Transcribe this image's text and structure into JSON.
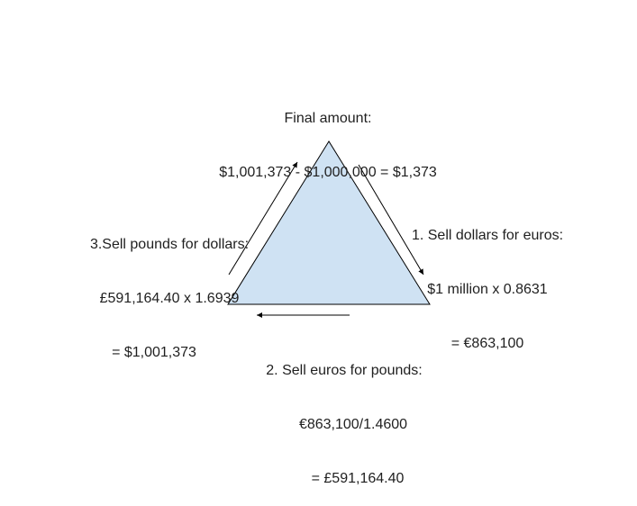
{
  "final": {
    "line1": "Final amount:",
    "line2": "$1,001,373 - $1,000,000 = $1,373"
  },
  "step1": {
    "line1": "1. Sell dollars for euros:",
    "line2": "$1 million x 0.8631",
    "line3": "= €863,100"
  },
  "step2": {
    "line1": "2. Sell euros for pounds:",
    "line2": "€863,100/1.4600",
    "line3": "= £591,164.40"
  },
  "step3": {
    "line1": "3.Sell pounds for dollars:",
    "line2": "£591,164.40 x 1.6939",
    "line3": "= $1,001,373"
  },
  "colors": {
    "triangle_fill": "#cfe2f3",
    "stroke": "#000000"
  }
}
